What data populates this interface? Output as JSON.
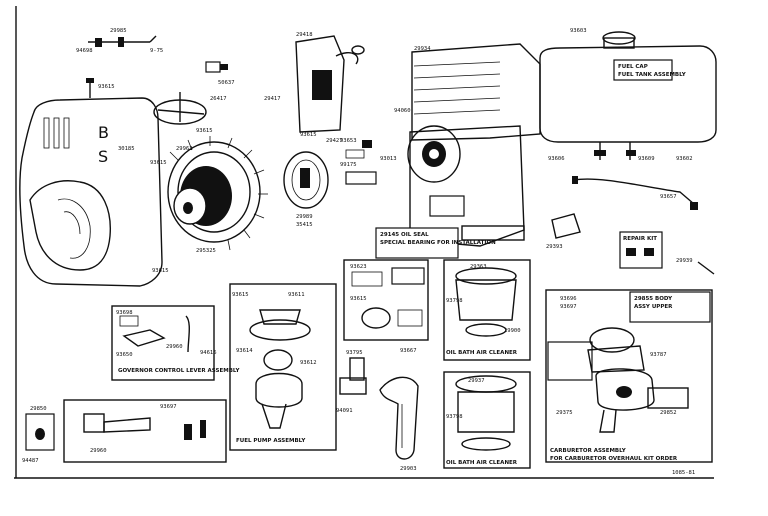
{
  "captions": {
    "governor_control_lever": "GOVERNOR CONTROL LEVER ASSEMBLY",
    "fuel_pump": "FUEL PUMP ASSEMBLY",
    "air_cleaner_top": "OIL BATH AIR CLEANER",
    "air_cleaner_bottom": "OIL BATH AIR CLEANER",
    "special_bearing": "SPECIAL BEARING FOR INSTALLATION",
    "carburetor": "CARBURETOR ASSEMBLY",
    "overhaul_kit": "FOR CARBURETOR OVERHAUL KIT ORDER",
    "fuel_cap": "FUEL CAP",
    "fuel_tank": "FUEL TANK ASSEMBLY",
    "repair_kit": "REPAIR KIT"
  },
  "drawing_number": "1085-81"
}
